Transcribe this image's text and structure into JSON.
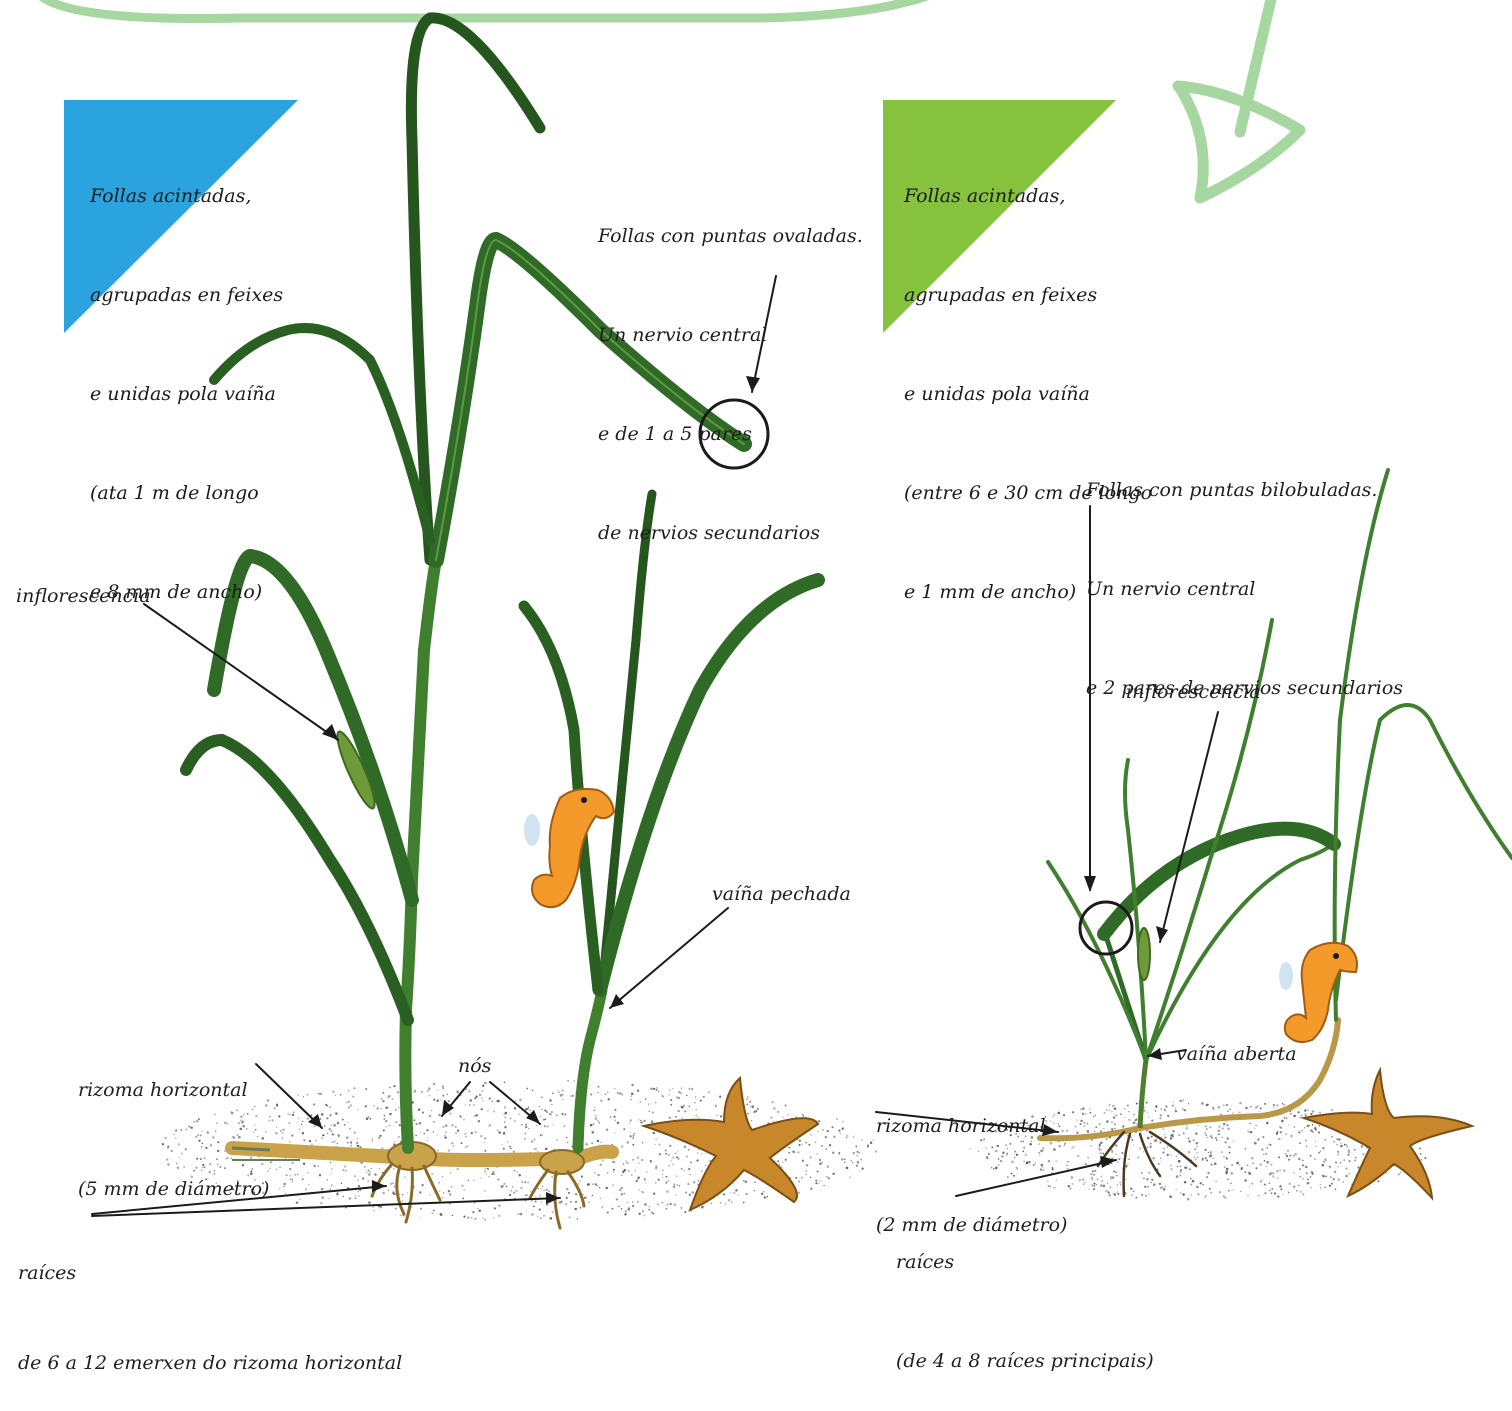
{
  "colors": {
    "zostera_marina_box": "#2aa3de",
    "zostera_noltii_box": "#86c23e",
    "deco_stroke": "#a7d7a0",
    "leaf_dark": "#25561e",
    "leaf_mid": "#3f7f2e",
    "rhizome": "#c9a24a",
    "seahorse": "#f39a2a",
    "starfish": "#c8872a",
    "sand": "#555555"
  },
  "species_left": {
    "box_lines": [
      "Follas acintadas,",
      "agrupadas en feixes",
      "e unidas pola vaíña",
      "(ata 1 m de longo",
      "e 8 mm de ancho)"
    ],
    "tip_lines": [
      "Follas con puntas ovaladas.",
      "Un nervio central",
      "e de 1 a 5 pares",
      "de nervios secundarios"
    ],
    "inflorescence": "inflorescencia",
    "sheath": "vaíña pechada",
    "rhizome_lines": [
      "rizoma horizontal",
      "(5 mm de diámetro)"
    ],
    "nodes": "nós",
    "roots_lines": [
      "raíces",
      "de 6 a 12 emerxen do rizoma horizontal"
    ]
  },
  "species_right": {
    "box_lines": [
      "Follas acintadas,",
      "agrupadas en feixes",
      "e unidas pola vaíña",
      "(entre 6 e 30 cm de longo",
      "e 1 mm de ancho)"
    ],
    "tip_lines": [
      "Follas con puntas bilobuladas.",
      "Un nervio central",
      "e 2 pares de nervios secundarios"
    ],
    "inflorescence": "inflorescencia",
    "sheath": "vaíña aberta",
    "rhizome_lines": [
      "rizoma horizontal",
      "(2 mm de diámetro)"
    ],
    "roots_lines": [
      "raíces",
      "(de 4 a 8 raíces principais)"
    ]
  }
}
